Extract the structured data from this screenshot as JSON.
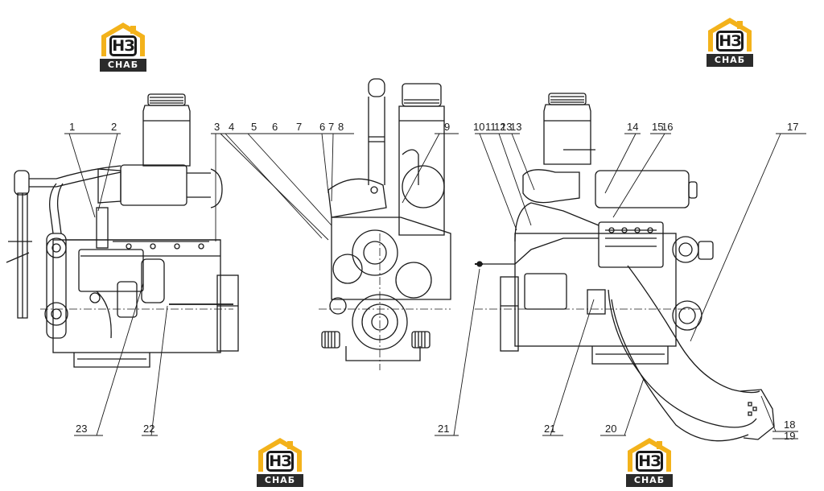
{
  "logo": {
    "letters": "НЗ",
    "word": "СНАБ",
    "color_yellow": "#f3b21b",
    "color_dark": "#1a1a1a"
  },
  "callouts": {
    "c1": "1",
    "c2": "2",
    "c3": "3",
    "c4": "4",
    "c5": "5",
    "c6a": "6",
    "c7a": "7",
    "c6b": "6",
    "c7b": "7",
    "c8": "8",
    "c9": "9",
    "c10": "10",
    "c11": "11",
    "c12": "12",
    "c13a": "13",
    "c13b": "13",
    "c14": "14",
    "c15": "15",
    "c16": "16",
    "c17": "17",
    "c18": "18",
    "c19": "19",
    "c20": "20",
    "c21a": "21",
    "c21b": "21",
    "c22": "22",
    "c23": "23"
  }
}
